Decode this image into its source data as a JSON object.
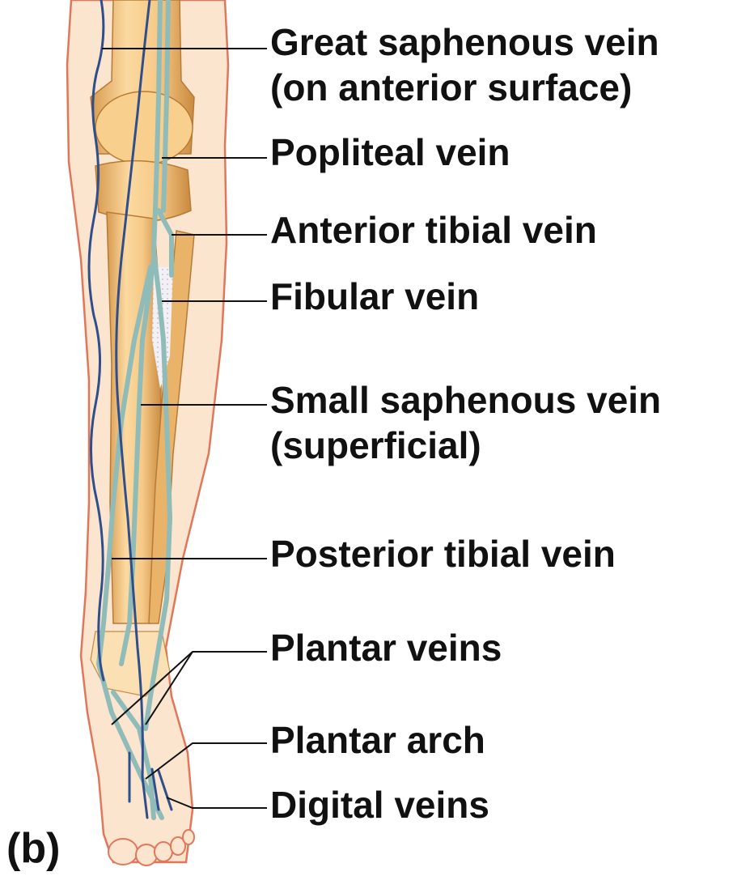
{
  "figure": {
    "panel_label": "(b)",
    "labels": [
      {
        "id": "great-saphenous",
        "lines": [
          "Great saphenous vein",
          "(on anterior surface)"
        ]
      },
      {
        "id": "popliteal",
        "lines": [
          "Popliteal vein"
        ]
      },
      {
        "id": "anterior-tibial",
        "lines": [
          "Anterior tibial vein"
        ]
      },
      {
        "id": "fibular",
        "lines": [
          "Fibular vein"
        ]
      },
      {
        "id": "small-saphenous",
        "lines": [
          "Small saphenous vein",
          "(superficial)"
        ]
      },
      {
        "id": "posterior-tibial",
        "lines": [
          "Posterior tibial vein"
        ]
      },
      {
        "id": "plantar-veins",
        "lines": [
          "Plantar veins"
        ]
      },
      {
        "id": "plantar-arch",
        "lines": [
          "Plantar arch"
        ]
      },
      {
        "id": "digital-veins",
        "lines": [
          "Digital veins"
        ]
      }
    ]
  },
  "colors": {
    "skin_fill": "#fbe5cf",
    "skin_outline": "#e0775a",
    "bone_light": "#fbd9a0",
    "bone_dark": "#d89a4e",
    "deep_vein": "#8fbcb8",
    "superficial_vein": "#2e4f8c",
    "leader_line": "#111111"
  }
}
